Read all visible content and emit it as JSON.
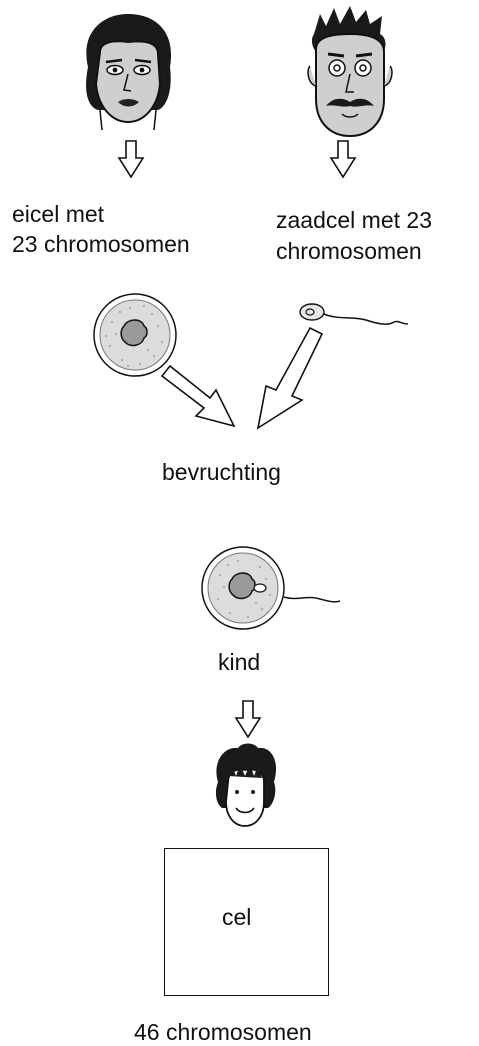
{
  "labels": {
    "egg_line1": "eicel met",
    "egg_line2": "23 chromosomen",
    "sperm_line1": "zaadcel met 23",
    "sperm_line2": "chromosomen",
    "fertilization": "bevruchting",
    "child": "kind",
    "cell": "cel",
    "cell_chromosomes": "46 chromosomen"
  },
  "colors": {
    "line": "#111111",
    "cell_fill": "#d8d8d8",
    "nucleus_fill": "#9a9a9a"
  },
  "icons": [
    "woman-face-icon",
    "man-face-icon",
    "egg-cell-icon",
    "sperm-cell-icon",
    "fertilized-egg-icon",
    "child-face-icon",
    "hollow-arrow-icon"
  ]
}
